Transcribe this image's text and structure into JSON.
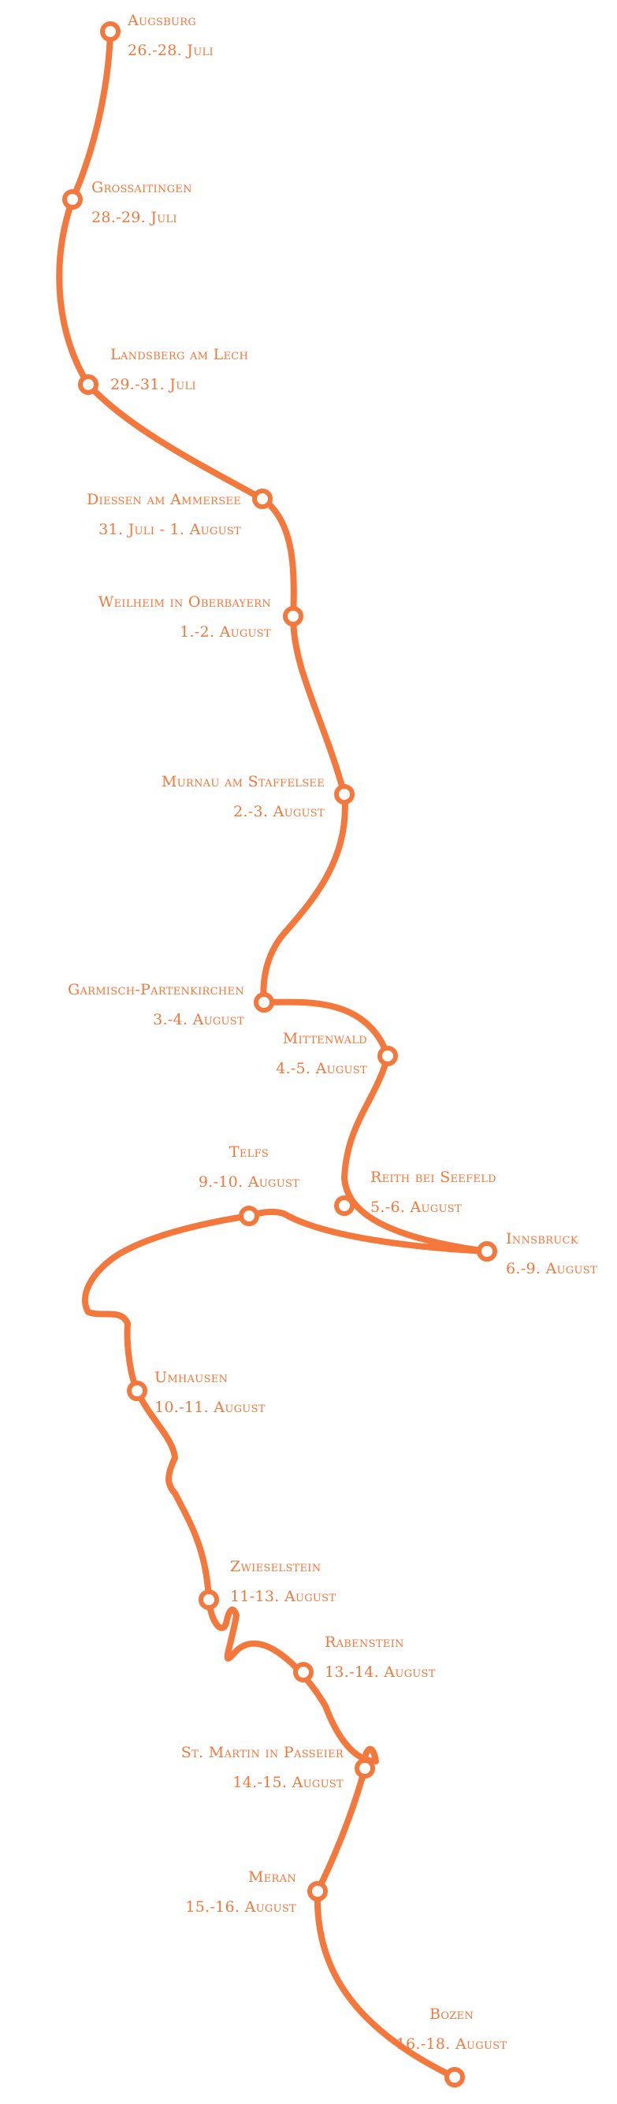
{
  "map": {
    "route_color": "#f4773b",
    "background": "#ffffff",
    "stops": [
      {
        "id": "augsburg",
        "name": "Augsburg",
        "dates": "26.-28. Juli"
      },
      {
        "id": "grossaitingen",
        "name": "Großaitingen",
        "dates": "28.-29. Juli"
      },
      {
        "id": "landsberg",
        "name": "Landsberg am Lech",
        "dates": "29.-31. Juli"
      },
      {
        "id": "diessen",
        "name": "Dießen am Ammersee",
        "dates": "31. Juli - 1. August"
      },
      {
        "id": "weilheim",
        "name": "Weilheim in Oberbayern",
        "dates": "1.-2. August"
      },
      {
        "id": "murnau",
        "name": "Murnau am Staffelsee",
        "dates": "2.-3. August"
      },
      {
        "id": "garmisch",
        "name": "Garmisch-Partenkirchen",
        "dates": "3.-4. August"
      },
      {
        "id": "mittenwald",
        "name": "Mittenwald",
        "dates": "4.-5. August"
      },
      {
        "id": "reith",
        "name": "Reith bei Seefeld",
        "dates": "5.-6. August"
      },
      {
        "id": "innsbruck",
        "name": "Innsbruck",
        "dates": "6.-9. August"
      },
      {
        "id": "telfs",
        "name": "Telfs",
        "dates": "9.-10. August"
      },
      {
        "id": "umhausen",
        "name": "Umhausen",
        "dates": "10.-11. August"
      },
      {
        "id": "zwieselstein",
        "name": "Zwieselstein",
        "dates": "11-13. August"
      },
      {
        "id": "rabenstein",
        "name": "Rabenstein",
        "dates": "13.-14. August"
      },
      {
        "id": "stmartin",
        "name": "St. Martin in Passeier",
        "dates": "14.-15. August"
      },
      {
        "id": "meran",
        "name": "Meran",
        "dates": "15.-16. August"
      },
      {
        "id": "bozen",
        "name": "Bozen",
        "dates": "16.-18. August"
      }
    ]
  }
}
